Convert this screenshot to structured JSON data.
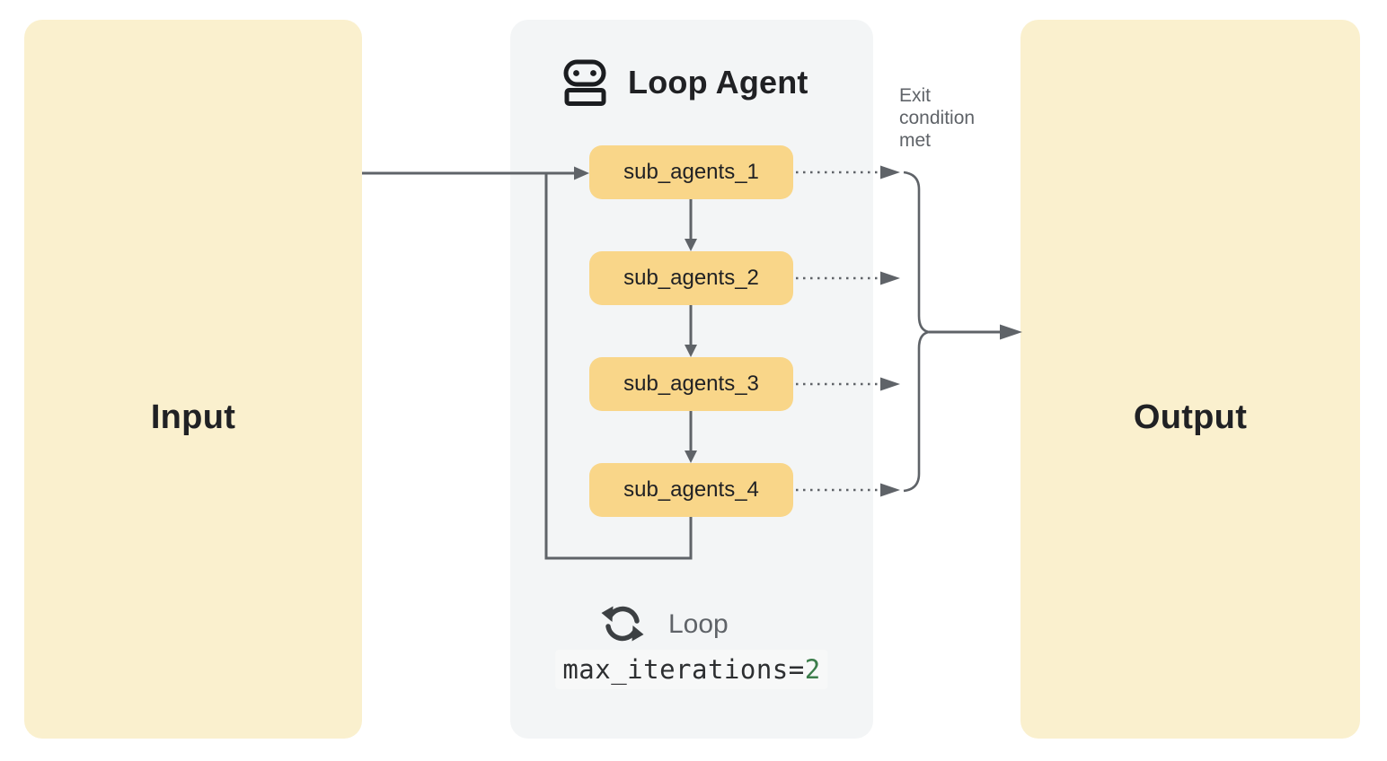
{
  "input_panel": {
    "label": "Input",
    "bg": "#FAF0CE"
  },
  "output_panel": {
    "label": "Output",
    "bg": "#FAF0CE"
  },
  "agent_panel": {
    "title": "Loop Agent",
    "bg": "#F3F5F6",
    "icon": "robot-icon",
    "sub_agents": [
      "sub_agents_1",
      "sub_agents_2",
      "sub_agents_3",
      "sub_agents_4"
    ],
    "sub_agent_bg": "#F9D689",
    "loop": {
      "icon": "loop-refresh-icon",
      "label": "Loop",
      "code_prefix": "max_iterations=",
      "code_value": "2",
      "code_value_color": "#3C7D4B"
    }
  },
  "annotations": {
    "exit_condition": "Exit condition met"
  },
  "colors": {
    "connector": "#5f6368",
    "text_dark": "#202124",
    "text_gray": "#5f6368",
    "background": "#ffffff"
  }
}
